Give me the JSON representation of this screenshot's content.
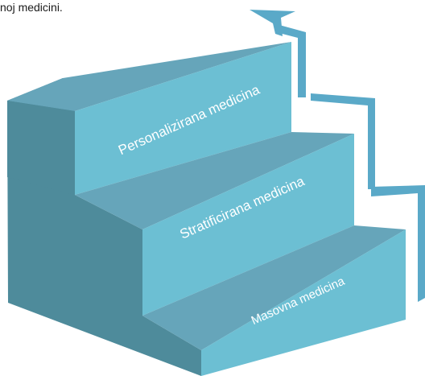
{
  "caption": "noj medicini.",
  "steps": [
    {
      "label": "Masovna medicina"
    },
    {
      "label": "Stratificirana medicina"
    },
    {
      "label": "Personalizirana medicina"
    }
  ],
  "colors": {
    "front": "#6cbfd3",
    "tread": "#66a5ba",
    "side": "#4e8b9b",
    "arrow": "#5aa9c8"
  },
  "icons": {
    "arrow": "up-arrow-icon"
  }
}
